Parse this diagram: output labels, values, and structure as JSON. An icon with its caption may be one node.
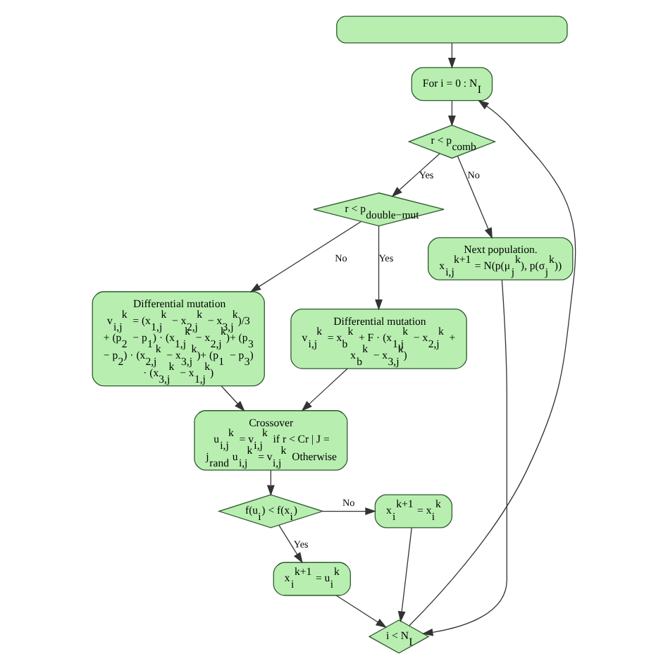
{
  "diagram": {
    "nodes": [
      {
        "text": [],
        "shape": "box"
      },
      {
        "text": [
          "For i = 0 : N$_{I}$"
        ]
      },
      {
        "text": [
          "r < p$_{comb}$"
        ]
      },
      {
        "text": [
          "r < p$_{double−mut}$"
        ]
      },
      {
        "text": [
          "Differential mutation",
          "v$_{i,j}$$^{k}$ = x$_{b}$$^{k}$ + F · (x$_{1,j}$$^{k}$ − x$_{2,j}$$^{k}$ + x$_{b}$$^{k}$ − x$_{3,j}$$^{k}$)"
        ]
      },
      {
        "text": [
          "Differential mutation",
          "v$_{i,j}$$^{k}$ = (x$_{1,j}$$^{k}$ − x$_{2,j}$$^{k}$ − x$_{3,j}$$^{k}$)/3 + (p$_{2}$ − p$_{1}$) · (x$_{1,j}$$^{k}$ − x$_{2,j}$$^{k}$)+ (p$_{3}$ − p$_{2}$) · (x$_{2,j}$$^{k}$ − x$_{3,j}$$^{k}$)+ (p$_{1}$ − p$_{3}$) · (x$_{3,j}$$^{k}$ − x$_{1,j}$$^{k}$)"
        ]
      },
      {
        "text": [
          "Crossover",
          "u$_{i,j}$$^{k}$ = v$_{i,j}$$^{k}$ if r < Cr | J = j$_{rand}$ u$_{i,j}$$^{k}$ = v$_{i,j}$$^{k}$ Otherwise"
        ]
      },
      {
        "text": [
          "Next population.",
          "x$_{i,j}$$^{k+1}$ = N(p(μ$_{j}$$^{k}$), p(σ$_{j}$$^{k}$))"
        ]
      },
      {
        "text": [
          "f(u$_{i}$) < f(x$_{i}$)"
        ]
      },
      {
        "text": [
          "x$_{i}$$^{k+1}$ = x$_{i}$$^{k}$"
        ]
      },
      {
        "text": [
          "x$_{i}$$^{k+1}$ = u$_{i}$$^{k}$"
        ]
      },
      {
        "text": [
          "i < N$_{I}$"
        ]
      }
    ],
    "edges": [
      {
        "from": 0,
        "to": 1,
        "arrow": "to"
      },
      {
        "from": 1,
        "to": 2,
        "arrow": "to"
      },
      {
        "from": 2,
        "to": 3,
        "arrow": "to",
        "label": "Yes"
      },
      {
        "from": 2,
        "to": 7,
        "arrow": "to",
        "label": "No"
      },
      {
        "from": 3,
        "to": 4,
        "arrow": "to",
        "label": "Yes"
      },
      {
        "from": 3,
        "to": 5,
        "arrow": "to",
        "label": "No"
      },
      {
        "from": 4,
        "to": 6,
        "arrow": "to"
      },
      {
        "from": 5,
        "to": 6,
        "arrow": "to"
      },
      {
        "from": 6,
        "to": 8,
        "arrow": "to"
      },
      {
        "from": 8,
        "to": 9,
        "arrow": "to",
        "label": "No"
      },
      {
        "from": 8,
        "to": 10,
        "arrow": "to",
        "label": "Yes"
      },
      {
        "from": 10,
        "to": 11,
        "arrow": "to"
      },
      {
        "from": 9,
        "to": 11,
        "arrow": "to"
      },
      {
        "from": 7,
        "to": 11,
        "arrow": "to"
      },
      {
        "from": 11,
        "to": 1,
        "arrow": "to"
      }
    ]
  }
}
